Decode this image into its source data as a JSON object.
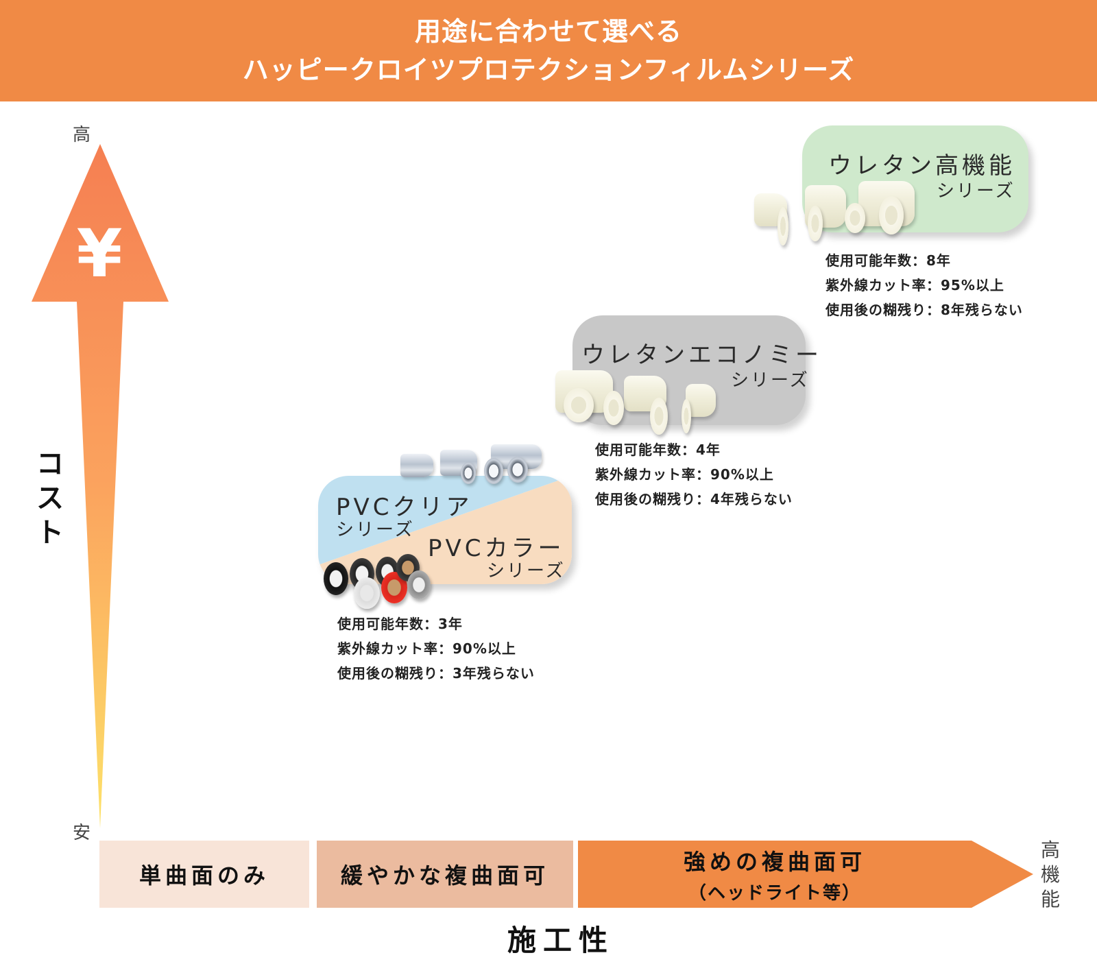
{
  "header": {
    "title_line1": "用途に合わせて選べる",
    "title_line2": "ハッピークロイツプロテクションフィルムシリーズ",
    "bg_color": "#f08a45"
  },
  "y_axis": {
    "title_chars": [
      "コ",
      "ス",
      "ト"
    ],
    "high_label": "高",
    "low_label": "安",
    "icon": "yen-icon",
    "icon_glyph": "¥",
    "gradient_top": "#f57f52",
    "gradient_bottom": "#fde26a"
  },
  "x_axis": {
    "title": "施工性",
    "high_label_chars": [
      "高",
      "機",
      "能"
    ],
    "segments": [
      {
        "label": "単曲面のみ",
        "color": "#f8e4d8"
      },
      {
        "label": "緩やかな複曲面可",
        "color": "#ebbb9f"
      },
      {
        "label": "強めの複曲面可",
        "sublabel": "（ヘッドライト等）",
        "color": "#f08a45"
      }
    ]
  },
  "series": [
    {
      "id": "urethane-high",
      "title": "ウレタン高機能",
      "subtitle": "シリーズ",
      "color": "#cfe9cc",
      "specs": [
        "使用可能年数：8年",
        "紫外線カット率：95%以上",
        "使用後の糊残り：8年残らない"
      ]
    },
    {
      "id": "urethane-economy",
      "title": "ウレタンエコノミー",
      "subtitle": "シリーズ",
      "color": "#c8c8c8",
      "specs": [
        "使用可能年数：4年",
        "紫外線カット率：90%以上",
        "使用後の糊残り：4年残らない"
      ]
    },
    {
      "id": "pvc",
      "title_clear": "PVCクリア",
      "subtitle_clear": "シリーズ",
      "color_clear": "#bfe0f0",
      "title_color": "PVCカラー",
      "subtitle_color": "シリーズ",
      "color_color": "#f8dcc0",
      "specs": [
        "使用可能年数：3年",
        "紫外線カット率：90%以上",
        "使用後の糊残り：3年残らない"
      ]
    }
  ]
}
